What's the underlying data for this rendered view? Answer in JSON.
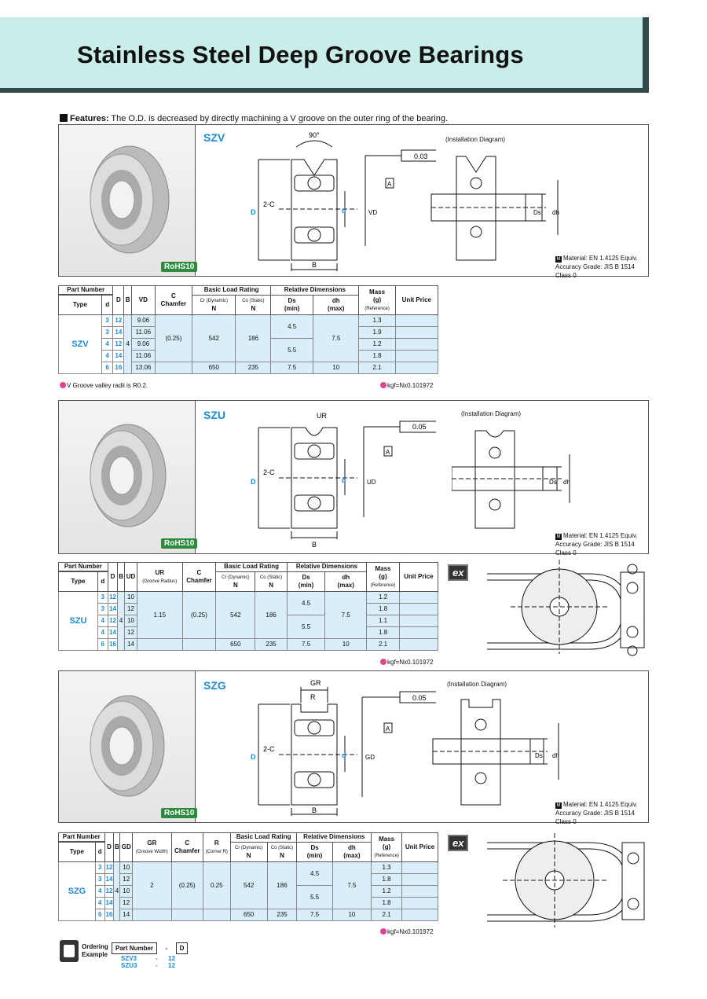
{
  "title": "Stainless Steel Deep Groove Bearings",
  "features": {
    "label": "Features:",
    "text": "The O.D. is decreased by directly machining a V groove on the outer ring of the bearing."
  },
  "common": {
    "rohs": "RoHS10",
    "install_label": "(Installation Diagram)",
    "material": "Material: EN 1.4125 Equiv.",
    "accuracy": "Accuracy Grade: JIS  B  1514  Class  0",
    "kgf": "kgf=Nx0.101972",
    "ex": "ex",
    "unit_price": "Unit Price",
    "mass_label": "Mass",
    "mass_unit": "(g)",
    "mass_ref": "(Reference)",
    "part_number": "Part Number",
    "type": "Type",
    "basic_load": "Basic Load Rating",
    "relative_dim": "Relative Dimensions",
    "cr": "Cr (Dynamic)",
    "co": "Co (Static)",
    "n": "N",
    "ds": "Ds",
    "ds_sub": "(min)",
    "dh": "dh",
    "dh_sub": "(max)",
    "c_label": "C",
    "chamfer": "Chamfer"
  },
  "szv": {
    "name": "SZV",
    "angle": "90°",
    "tol": "0.03",
    "datum": "A",
    "dims": {
      "D": "D",
      "d": "d",
      "VD": "VD",
      "B": "B",
      "C": "2-C",
      "Ds": "Ds",
      "dh": "dh"
    },
    "rows": [
      {
        "d": "3",
        "D": "12",
        "VD": "9.06",
        "mass": "1.3"
      },
      {
        "d": "3",
        "D": "14",
        "VD": "11.06",
        "mass": "1.9"
      },
      {
        "d": "4",
        "D": "12",
        "VD": "9.06",
        "mass": "1.2"
      },
      {
        "d": "4",
        "D": "14",
        "VD": "11.06",
        "mass": "1.8"
      },
      {
        "d": "6",
        "D": "16",
        "VD": "13.06",
        "mass": "2.1"
      }
    ],
    "B": "4",
    "C": "(0.25)",
    "cr_a": "542",
    "co_a": "186",
    "cr_b": "650",
    "co_b": "235",
    "ds_a": "4.5",
    "ds_b": "5.5",
    "ds_c": "7.5",
    "dh_a": "7.5",
    "dh_c": "10",
    "note": "V Groove valley radii is R0.2.",
    "col_d": "d",
    "col_D": "D",
    "col_B": "B",
    "col_VD": "VD"
  },
  "szu": {
    "name": "SZU",
    "tol": "0.05",
    "datum": "A",
    "dims": {
      "UR": "UR",
      "D": "D",
      "d": "d",
      "UD": "UD",
      "B": "B",
      "C": "2-C",
      "Ds": "Ds",
      "dh": "dh"
    },
    "rows": [
      {
        "d": "3",
        "D": "12",
        "UD": "10",
        "mass": "1.2"
      },
      {
        "d": "3",
        "D": "14",
        "UD": "12",
        "mass": "1.8"
      },
      {
        "d": "4",
        "D": "12",
        "UD": "10",
        "mass": "1.1"
      },
      {
        "d": "4",
        "D": "14",
        "UD": "12",
        "mass": "1.8"
      },
      {
        "d": "6",
        "D": "16",
        "UD": "14",
        "mass": "2.1"
      }
    ],
    "B": "4",
    "UR": "1.15",
    "C": "(0.25)",
    "cr_a": "542",
    "co_a": "186",
    "cr_b": "650",
    "co_b": "235",
    "ds_a": "4.5",
    "ds_b": "5.5",
    "ds_c": "7.5",
    "dh_a": "7.5",
    "dh_c": "10",
    "col_d": "d",
    "col_D": "D",
    "col_B": "B",
    "col_UD": "UD",
    "col_UR": "UR",
    "col_UR_sub": "(Groove Radius)"
  },
  "szg": {
    "name": "SZG",
    "tol": "0.05",
    "datum": "A",
    "dims": {
      "GR": "GR",
      "R": "R",
      "D": "D",
      "d": "d",
      "GD": "GD",
      "B": "B",
      "C": "2-C",
      "Ds": "Ds",
      "dh": "dh"
    },
    "rows": [
      {
        "d": "3",
        "D": "12",
        "GD": "10",
        "mass": "1.3"
      },
      {
        "d": "3",
        "D": "14",
        "GD": "12",
        "mass": "1.8"
      },
      {
        "d": "4",
        "D": "12",
        "GD": "10",
        "mass": "1.2"
      },
      {
        "d": "4",
        "D": "14",
        "GD": "12",
        "mass": "1.8"
      },
      {
        "d": "6",
        "D": "16",
        "GD": "14",
        "mass": "2.1"
      }
    ],
    "B": "4",
    "GR": "2",
    "C": "(0.25)",
    "R": "0.25",
    "cr_a": "542",
    "co_a": "186",
    "cr_b": "650",
    "co_b": "235",
    "ds_a": "4.5",
    "ds_b": "5.5",
    "ds_c": "7.5",
    "dh_a": "7.5",
    "dh_c": "10",
    "col_d": "d",
    "col_D": "D",
    "col_B": "B",
    "col_GD": "GD",
    "col_GR": "GR",
    "col_GR_sub": "(Groove Width)",
    "col_R": "R",
    "col_R_sub": "(Corner R)"
  },
  "ordering": {
    "label1": "Ordering",
    "label2": "Example",
    "col1": "Part Number",
    "dash": "-",
    "col2": "D",
    "rows": [
      {
        "pn": "SZV3",
        "dash": "-",
        "d": "12"
      },
      {
        "pn": "SZU3",
        "dash": "-",
        "d": "12"
      }
    ]
  }
}
